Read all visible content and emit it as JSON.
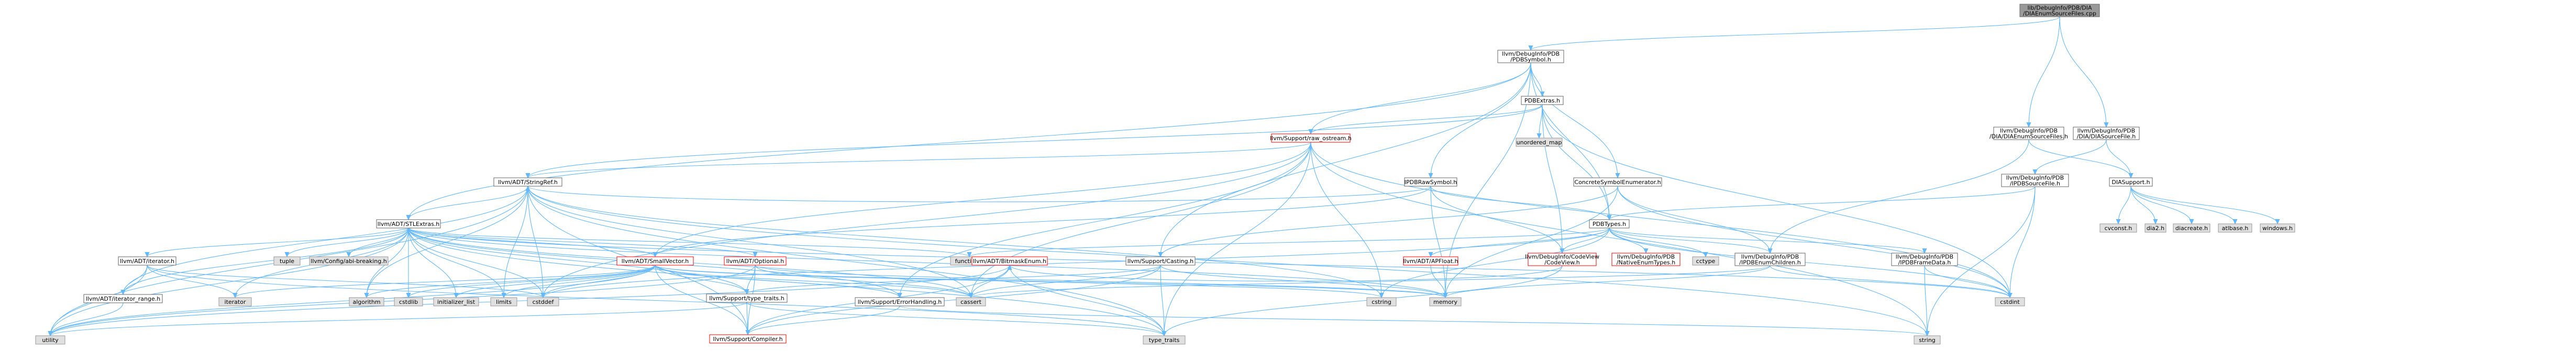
{
  "graph": {
    "colors": {
      "root_fill": "#999999",
      "node_fill": "#ffffff",
      "node_border": "#666666",
      "system_fill": "#e0e0e0",
      "system_border": "#999999",
      "red_text": "#ff0000",
      "edge": "#63b8ff"
    },
    "nodes": [
      {
        "id": "root",
        "lines": [
          "lib/DebugInfo/PDB/DIA",
          "/DIAEnumSourceFiles.cpp"
        ],
        "kind": "root"
      },
      {
        "id": "pdbsymbol",
        "lines": [
          "llvm/DebugInfo/PDB",
          "/PDBSymbol.h"
        ],
        "kind": "normal"
      },
      {
        "id": "diaenumsourcefiles",
        "lines": [
          "llvm/DebugInfo/PDB",
          "/DIA/DIAEnumSourceFiles.h"
        ],
        "kind": "normal"
      },
      {
        "id": "diasourcefile",
        "lines": [
          "llvm/DebugInfo/PDB",
          "/DIA/DIASourceFile.h"
        ],
        "kind": "normal"
      },
      {
        "id": "pdbextras",
        "lines": [
          "PDBExtras.h"
        ],
        "kind": "normal"
      },
      {
        "id": "unordered_map",
        "lines": [
          "unordered_map"
        ],
        "kind": "system"
      },
      {
        "id": "raw_ostream",
        "lines": [
          "llvm/Support/raw_ostream.h"
        ],
        "kind": "red"
      },
      {
        "id": "ipdbrawsymbol",
        "lines": [
          "IPDBRawSymbol.h"
        ],
        "kind": "normal"
      },
      {
        "id": "concretesymbolenum",
        "lines": [
          "ConcreteSymbolEnumerator.h"
        ],
        "kind": "normal"
      },
      {
        "id": "ipdbsourcefile",
        "lines": [
          "llvm/DebugInfo/PDB",
          "/IPDBSourceFile.h"
        ],
        "kind": "normal"
      },
      {
        "id": "diasupport",
        "lines": [
          "DIASupport.h"
        ],
        "kind": "normal"
      },
      {
        "id": "stringref",
        "lines": [
          "llvm/ADT/StringRef.h"
        ],
        "kind": "normal"
      },
      {
        "id": "stlextras",
        "lines": [
          "llvm/ADT/STLExtras.h"
        ],
        "kind": "normal"
      },
      {
        "id": "pdbtypes",
        "lines": [
          "PDBTypes.h"
        ],
        "kind": "normal"
      },
      {
        "id": "cvconst",
        "lines": [
          "cvconst.h"
        ],
        "kind": "system"
      },
      {
        "id": "dia2",
        "lines": [
          "dia2.h"
        ],
        "kind": "system"
      },
      {
        "id": "diacreate",
        "lines": [
          "diacreate.h"
        ],
        "kind": "system"
      },
      {
        "id": "atlbase",
        "lines": [
          "atlbase.h"
        ],
        "kind": "system"
      },
      {
        "id": "windows",
        "lines": [
          "windows.h"
        ],
        "kind": "system"
      },
      {
        "id": "iterator_h",
        "lines": [
          "llvm/ADT/iterator.h"
        ],
        "kind": "normal"
      },
      {
        "id": "tuple",
        "lines": [
          "tuple"
        ],
        "kind": "system"
      },
      {
        "id": "configabi",
        "lines": [
          "llvm/Config/abi-breaking.h"
        ],
        "kind": "system"
      },
      {
        "id": "functional",
        "lines": [
          "functional"
        ],
        "kind": "system"
      },
      {
        "id": "smallvector",
        "lines": [
          "llvm/ADT/SmallVector.h"
        ],
        "kind": "red"
      },
      {
        "id": "optional",
        "lines": [
          "llvm/ADT/Optional.h"
        ],
        "kind": "red"
      },
      {
        "id": "bitmaskenum",
        "lines": [
          "llvm/ADT/BitmaskEnum.h"
        ],
        "kind": "red"
      },
      {
        "id": "casting",
        "lines": [
          "llvm/Support/Casting.h"
        ],
        "kind": "normal"
      },
      {
        "id": "apfloat",
        "lines": [
          "llvm/ADT/APFloat.h"
        ],
        "kind": "red"
      },
      {
        "id": "codeview",
        "lines": [
          "llvm/DebugInfo/CodeView",
          "/CodeView.h"
        ],
        "kind": "red"
      },
      {
        "id": "nativeenumtypes",
        "lines": [
          "llvm/DebugInfo/PDB",
          "/NativeEnumTypes.h"
        ],
        "kind": "red"
      },
      {
        "id": "cctype",
        "lines": [
          "cctype"
        ],
        "kind": "system"
      },
      {
        "id": "ipdbenumchildren",
        "lines": [
          "llvm/DebugInfo/PDB",
          "/IPDBEnumChildren.h"
        ],
        "kind": "normal"
      },
      {
        "id": "ipdbframedata",
        "lines": [
          "llvm/DebugInfo/PDB",
          "/IPDBFrameData.h"
        ],
        "kind": "normal"
      },
      {
        "id": "iterator_range",
        "lines": [
          "llvm/ADT/iterator_range.h"
        ],
        "kind": "normal"
      },
      {
        "id": "iterator_sys",
        "lines": [
          "iterator"
        ],
        "kind": "system"
      },
      {
        "id": "algorithm",
        "lines": [
          "algorithm"
        ],
        "kind": "system"
      },
      {
        "id": "cstdlib",
        "lines": [
          "cstdlib"
        ],
        "kind": "system"
      },
      {
        "id": "initializer_list",
        "lines": [
          "initializer_list"
        ],
        "kind": "system"
      },
      {
        "id": "limits",
        "lines": [
          "limits"
        ],
        "kind": "system"
      },
      {
        "id": "cstddef",
        "lines": [
          "cstddef"
        ],
        "kind": "system"
      },
      {
        "id": "type_traits_h",
        "lines": [
          "llvm/Support/type_traits.h"
        ],
        "kind": "normal"
      },
      {
        "id": "errorhandling",
        "lines": [
          "llvm/Support/ErrorHandling.h"
        ],
        "kind": "normal"
      },
      {
        "id": "cassert",
        "lines": [
          "cassert"
        ],
        "kind": "system"
      },
      {
        "id": "cstring",
        "lines": [
          "cstring"
        ],
        "kind": "system"
      },
      {
        "id": "memory",
        "lines": [
          "memory"
        ],
        "kind": "system"
      },
      {
        "id": "cstdint",
        "lines": [
          "cstdint"
        ],
        "kind": "system"
      },
      {
        "id": "utility",
        "lines": [
          "utility"
        ],
        "kind": "system"
      },
      {
        "id": "compiler",
        "lines": [
          "llvm/Support/Compiler.h"
        ],
        "kind": "red"
      },
      {
        "id": "type_traits",
        "lines": [
          "type_traits"
        ],
        "kind": "system"
      },
      {
        "id": "string",
        "lines": [
          "string"
        ],
        "kind": "system"
      }
    ],
    "edges": [
      [
        "root",
        "pdbsymbol"
      ],
      [
        "root",
        "diaenumsourcefiles"
      ],
      [
        "root",
        "diasourcefile"
      ],
      [
        "pdbsymbol",
        "pdbextras"
      ],
      [
        "pdbsymbol",
        "raw_ostream"
      ],
      [
        "pdbsymbol",
        "ipdbrawsymbol"
      ],
      [
        "pdbsymbol",
        "concretesymbolenum"
      ],
      [
        "pdbsymbol",
        "pdbtypes"
      ],
      [
        "pdbsymbol",
        "casting"
      ],
      [
        "pdbsymbol",
        "stlextras"
      ],
      [
        "pdbsymbol",
        "memory"
      ],
      [
        "diaenumsourcefiles",
        "diasupport"
      ],
      [
        "diaenumsourcefiles",
        "ipdbenumchildren"
      ],
      [
        "diasourcefile",
        "diasupport"
      ],
      [
        "diasourcefile",
        "ipdbsourcefile"
      ],
      [
        "pdbextras",
        "unordered_map"
      ],
      [
        "pdbextras",
        "raw_ostream"
      ],
      [
        "pdbextras",
        "pdbtypes"
      ],
      [
        "pdbextras",
        "codeview"
      ],
      [
        "pdbextras",
        "cstdint"
      ],
      [
        "pdbextras",
        "stringref"
      ],
      [
        "raw_ostream",
        "stringref"
      ],
      [
        "raw_ostream",
        "errorhandling"
      ],
      [
        "raw_ostream",
        "cassert"
      ],
      [
        "raw_ostream",
        "cstddef"
      ],
      [
        "raw_ostream",
        "cstdint"
      ],
      [
        "raw_ostream",
        "cstring"
      ],
      [
        "raw_ostream",
        "string"
      ],
      [
        "raw_ostream",
        "type_traits"
      ],
      [
        "raw_ostream",
        "smallvector"
      ],
      [
        "ipdbrawsymbol",
        "pdbtypes"
      ],
      [
        "ipdbrawsymbol",
        "smallvector"
      ],
      [
        "ipdbrawsymbol",
        "stringref"
      ],
      [
        "ipdbrawsymbol",
        "codeview"
      ],
      [
        "ipdbrawsymbol",
        "memory"
      ],
      [
        "concretesymbolenum",
        "ipdbenumchildren"
      ],
      [
        "concretesymbolenum",
        "casting"
      ],
      [
        "concretesymbolenum",
        "cstdint"
      ],
      [
        "concretesymbolenum",
        "memory"
      ],
      [
        "ipdbsourcefile",
        "pdbtypes"
      ],
      [
        "ipdbsourcefile",
        "cstdint"
      ],
      [
        "ipdbsourcefile",
        "string"
      ],
      [
        "diasupport",
        "cvconst"
      ],
      [
        "diasupport",
        "dia2"
      ],
      [
        "diasupport",
        "diacreate"
      ],
      [
        "diasupport",
        "atlbase"
      ],
      [
        "diasupport",
        "windows"
      ],
      [
        "stringref",
        "stlextras"
      ],
      [
        "stringref",
        "iterator_range"
      ],
      [
        "stringref",
        "compiler"
      ],
      [
        "stringref",
        "algorithm"
      ],
      [
        "stringref",
        "cassert"
      ],
      [
        "stringref",
        "cstddef"
      ],
      [
        "stringref",
        "cstring"
      ],
      [
        "stringref",
        "limits"
      ],
      [
        "stringref",
        "string"
      ],
      [
        "stringref",
        "type_traits"
      ],
      [
        "stringref",
        "utility"
      ],
      [
        "stlextras",
        "optional"
      ],
      [
        "stlextras",
        "iterator_h"
      ],
      [
        "stlextras",
        "iterator_range"
      ],
      [
        "stlextras",
        "configabi"
      ],
      [
        "stlextras",
        "errorhandling"
      ],
      [
        "stlextras",
        "algorithm"
      ],
      [
        "stlextras",
        "cassert"
      ],
      [
        "stlextras",
        "cstddef"
      ],
      [
        "stlextras",
        "cstdint"
      ],
      [
        "stlextras",
        "cstdlib"
      ],
      [
        "stlextras",
        "functional"
      ],
      [
        "stlextras",
        "initializer_list"
      ],
      [
        "stlextras",
        "iterator_sys"
      ],
      [
        "stlextras",
        "limits"
      ],
      [
        "stlextras",
        "memory"
      ],
      [
        "stlextras",
        "tuple"
      ],
      [
        "stlextras",
        "type_traits"
      ],
      [
        "stlextras",
        "utility"
      ],
      [
        "stlextras",
        "smallvector"
      ],
      [
        "stlextras",
        "type_traits_h"
      ],
      [
        "pdbtypes",
        "codeview"
      ],
      [
        "pdbtypes",
        "ipdbenumchildren"
      ],
      [
        "pdbtypes",
        "ipdbframedata"
      ],
      [
        "pdbtypes",
        "nativeenumtypes"
      ],
      [
        "pdbtypes",
        "apfloat"
      ],
      [
        "pdbtypes",
        "cctype"
      ],
      [
        "pdbtypes",
        "cstddef"
      ],
      [
        "pdbtypes",
        "cstdint"
      ],
      [
        "pdbtypes",
        "cstring"
      ],
      [
        "pdbtypes",
        "functional"
      ],
      [
        "iterator_h",
        "iterator_range"
      ],
      [
        "iterator_h",
        "iterator_sys"
      ],
      [
        "iterator_h",
        "cstddef"
      ],
      [
        "iterator_h",
        "type_traits"
      ],
      [
        "iterator_h",
        "utility"
      ],
      [
        "smallvector",
        "compiler"
      ],
      [
        "smallvector",
        "type_traits_h"
      ],
      [
        "smallvector",
        "algorithm"
      ],
      [
        "smallvector",
        "cassert"
      ],
      [
        "smallvector",
        "cstddef"
      ],
      [
        "smallvector",
        "cstdlib"
      ],
      [
        "smallvector",
        "cstring"
      ],
      [
        "smallvector",
        "initializer_list"
      ],
      [
        "smallvector",
        "iterator_sys"
      ],
      [
        "smallvector",
        "limits"
      ],
      [
        "smallvector",
        "memory"
      ],
      [
        "smallvector",
        "utility"
      ],
      [
        "smallvector",
        "errorhandling"
      ],
      [
        "optional",
        "compiler"
      ],
      [
        "optional",
        "type_traits_h"
      ],
      [
        "optional",
        "cassert"
      ],
      [
        "optional",
        "memory"
      ],
      [
        "optional",
        "new"
      ],
      [
        "optional",
        "utility"
      ],
      [
        "bitmaskenum",
        "compiler"
      ],
      [
        "bitmaskenum",
        "cassert"
      ],
      [
        "bitmaskenum",
        "type_traits"
      ],
      [
        "bitmaskenum",
        "utility"
      ],
      [
        "casting",
        "compiler"
      ],
      [
        "casting",
        "type_traits_h"
      ],
      [
        "casting",
        "cassert"
      ],
      [
        "casting",
        "memory"
      ],
      [
        "casting",
        "type_traits"
      ],
      [
        "apfloat",
        "memory"
      ],
      [
        "codeview",
        "bitmaskenum"
      ],
      [
        "codeview",
        "cinttypes"
      ],
      [
        "codeview",
        "type_traits"
      ],
      [
        "ipdbenumchildren",
        "cassert"
      ],
      [
        "ipdbenumchildren",
        "cstdint"
      ],
      [
        "ipdbenumchildren",
        "memory"
      ],
      [
        "ipdbframedata",
        "cstdint"
      ],
      [
        "ipdbframedata",
        "string"
      ],
      [
        "iterator_range",
        "utility"
      ],
      [
        "type_traits_h",
        "compiler"
      ],
      [
        "type_traits_h",
        "type_traits"
      ],
      [
        "type_traits_h",
        "utility"
      ],
      [
        "errorhandling",
        "compiler"
      ],
      [
        "errorhandling",
        "string"
      ]
    ]
  }
}
